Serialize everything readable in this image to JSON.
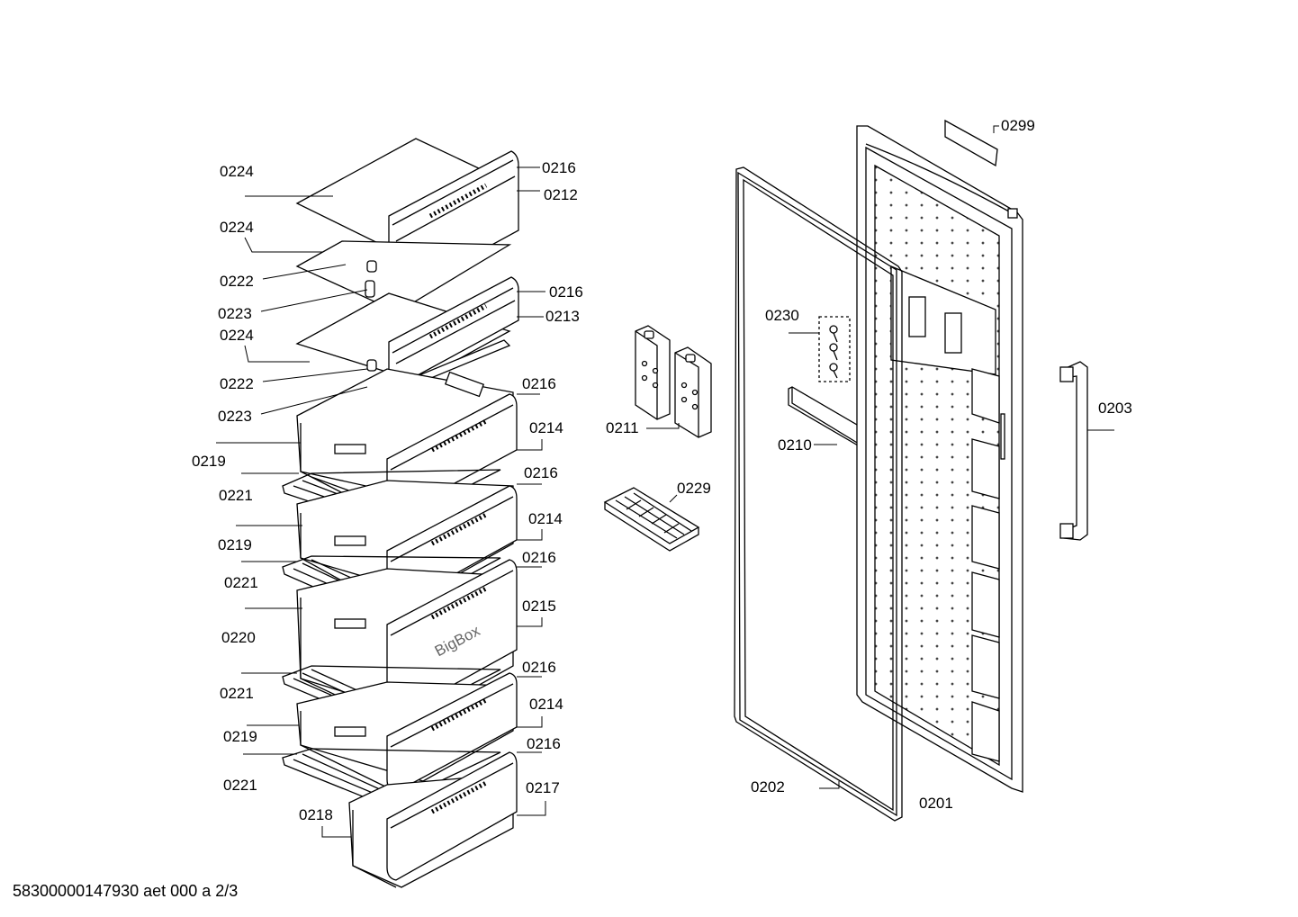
{
  "parts": {
    "shelf_top": "0224",
    "glass_1": "0224",
    "clip_1": "0222",
    "hinge_1": "0223",
    "front_1_trim": "0216",
    "front_1": "0212",
    "front_2_trim": "0216",
    "front_2": "0213",
    "glass_2": "0224",
    "clip_2": "0222",
    "hinge_2": "0223",
    "drawer_1_trim": "0216",
    "drawer_1_front": "0214",
    "drawer_1_body": "0219",
    "grid_1": "0221",
    "drawer_2_trim": "0216",
    "drawer_2_front": "0214",
    "drawer_2_body": "0219",
    "grid_2": "0221",
    "bigbox_trim": "0216",
    "bigbox_front": "0215",
    "bigbox_body": "0220",
    "grid_3": "0221",
    "drawer_3_trim": "0216",
    "drawer_3_front": "0214",
    "drawer_3_body": "0219",
    "grid_4": "0221",
    "drawer_4_trim": "0216",
    "drawer_4_front": "0217",
    "drawer_4_body": "0218",
    "cold_pack": "0211",
    "ice_tray": "0229",
    "screws": "0230",
    "door_handle_inner": "0210",
    "door_gasket": "0202",
    "door": "0201",
    "label": "0299",
    "handle": "0203"
  },
  "bigbox_text": "BigBox",
  "footer": "58300000147930 aet 000 a 2/3"
}
